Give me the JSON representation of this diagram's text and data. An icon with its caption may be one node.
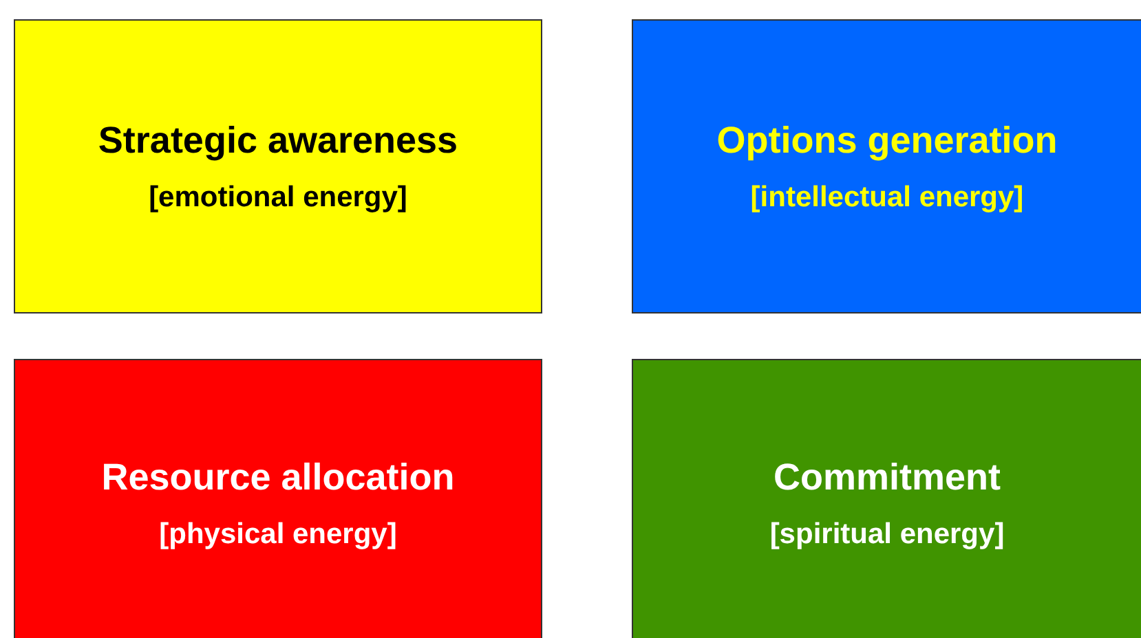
{
  "diagram": {
    "nodes": [
      {
        "text": [
          "Strategic awareness",
          "[emotional energy]"
        ]
      },
      {
        "text": [
          "Options generation",
          "[intellectual energy]"
        ]
      },
      {
        "text": [
          "Resource allocation",
          "[physical energy]"
        ]
      },
      {
        "text": [
          "Commitment",
          "[spiritual energy]"
        ]
      }
    ]
  }
}
